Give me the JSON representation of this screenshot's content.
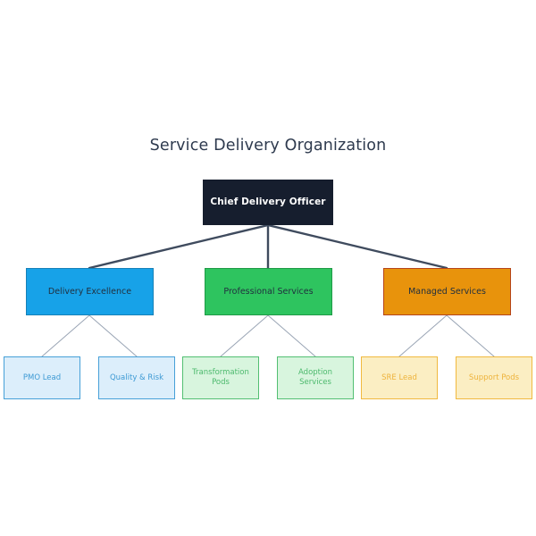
{
  "chart_data": {
    "type": "diagram",
    "diagram_type": "organization-chart",
    "title": "Service Delivery Organization",
    "orientation": "top-down",
    "levels": 3,
    "nodes": [
      {
        "id": "cdo",
        "label": "Chief Delivery Officer",
        "level": 0,
        "parent": null,
        "fill": "#161e2e",
        "border": "#161e2e",
        "text_color": "#ffffff"
      },
      {
        "id": "de",
        "label": "Delivery Excellence",
        "level": 1,
        "parent": "cdo",
        "fill": "#17a2e8",
        "border": "#1681b8",
        "text_color": "#21303f"
      },
      {
        "id": "ps",
        "label": "Professional Services",
        "level": 1,
        "parent": "cdo",
        "fill": "#2ec45f",
        "border": "#1f9a46",
        "text_color": "#21303f"
      },
      {
        "id": "ms",
        "label": "Managed Services",
        "level": 1,
        "parent": "cdo",
        "fill": "#e8930c",
        "border": "#b5451b",
        "text_color": "#21303f"
      },
      {
        "id": "pmo",
        "label": "PMO Lead",
        "level": 2,
        "parent": "de",
        "fill": "#dceefb",
        "border": "#46a0d8",
        "text_color": "#3e9ad4"
      },
      {
        "id": "qr",
        "label": "Quality & Risk",
        "level": 2,
        "parent": "de",
        "fill": "#dceefb",
        "border": "#46a0d8",
        "text_color": "#3e9ad4"
      },
      {
        "id": "tpods",
        "label": "Transformation\nPods",
        "level": 2,
        "parent": "ps",
        "fill": "#d8f5de",
        "border": "#52bf72",
        "text_color": "#4bb96c"
      },
      {
        "id": "adopt",
        "label": "Adoption\nServices",
        "level": 2,
        "parent": "ps",
        "fill": "#d8f5de",
        "border": "#52bf72",
        "text_color": "#4bb96c"
      },
      {
        "id": "sre",
        "label": "SRE Lead",
        "level": 2,
        "parent": "ms",
        "fill": "#fbeec3",
        "border": "#f0b93f",
        "text_color": "#eeb33c"
      },
      {
        "id": "spods",
        "label": "Support Pods",
        "level": 2,
        "parent": "ms",
        "fill": "#fbeec3",
        "border": "#f0b93f",
        "text_color": "#eeb33c"
      }
    ],
    "edges": [
      {
        "from": "cdo",
        "to": "de",
        "style": "thick-dark"
      },
      {
        "from": "cdo",
        "to": "ps",
        "style": "thick-dark"
      },
      {
        "from": "cdo",
        "to": "ms",
        "style": "thick-dark"
      },
      {
        "from": "de",
        "to": "pmo",
        "style": "thin-light"
      },
      {
        "from": "de",
        "to": "qr",
        "style": "thin-light"
      },
      {
        "from": "ps",
        "to": "tpods",
        "style": "thin-light"
      },
      {
        "from": "ps",
        "to": "adopt",
        "style": "thin-light"
      },
      {
        "from": "ms",
        "to": "sre",
        "style": "thin-light"
      },
      {
        "from": "ms",
        "to": "spods",
        "style": "thin-light"
      }
    ],
    "edge_colors": {
      "thick-dark": "#3f4b5e",
      "thin-light": "#9aa5b5"
    },
    "background": "#ffffff",
    "title_color": "#2e3a4e"
  },
  "title": {
    "text": "Service Delivery Organization"
  },
  "root": {
    "label": "Chief Delivery Officer"
  },
  "divisions": [
    {
      "label": "Delivery Excellence",
      "children": [
        {
          "label": "PMO Lead"
        },
        {
          "label": "Quality & Risk"
        }
      ]
    },
    {
      "label": "Professional Services",
      "children": [
        {
          "label": "Transformation\nPods"
        },
        {
          "label": "Adoption\nServices"
        }
      ]
    },
    {
      "label": "Managed Services",
      "children": [
        {
          "label": "SRE Lead"
        },
        {
          "label": "Support Pods"
        }
      ]
    }
  ]
}
